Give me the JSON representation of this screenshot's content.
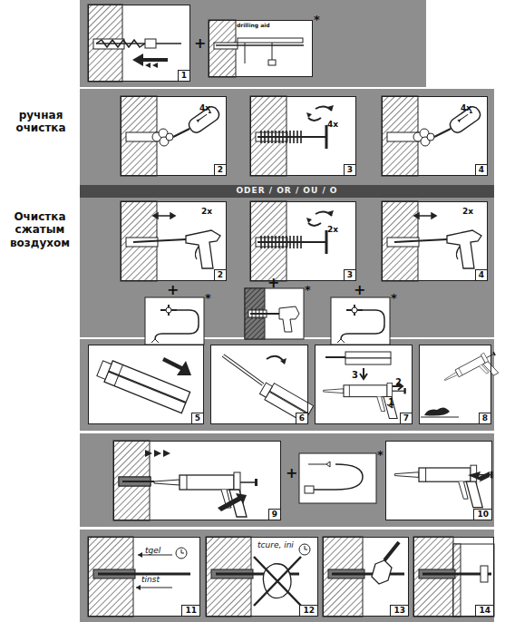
{
  "diagram": {
    "nodes": [
      {
        "text": [
          "1"
        ]
      },
      {
        "text": [
          "drilling aid"
        ]
      },
      {
        "text": [
          "4x",
          "2"
        ]
      },
      {
        "text": [
          "4x",
          "3"
        ]
      },
      {
        "text": [
          "4x",
          "4"
        ]
      },
      {
        "text": [
          "ODER / OR / OU / O"
        ]
      },
      {
        "text": [
          "2x",
          "2"
        ]
      },
      {
        "text": [
          "2x",
          "3"
        ]
      },
      {
        "text": [
          "2x",
          "4"
        ]
      },
      {
        "text": [
          "5"
        ]
      },
      {
        "text": [
          "6"
        ]
      },
      {
        "text": [
          "3",
          "2",
          "1",
          "7"
        ]
      },
      {
        "text": [
          "8"
        ]
      },
      {
        "text": [
          "9"
        ]
      },
      {
        "text": [
          "10"
        ]
      },
      {
        "text": [
          "tgel",
          "tinst",
          "11"
        ]
      },
      {
        "text": [
          "tcure, ini",
          "12"
        ]
      },
      {
        "text": [
          "13"
        ]
      },
      {
        "text": [
          "14"
        ]
      }
    ],
    "labels": [
      "ручная очистка",
      "Очистка сжатым воздухом",
      "+",
      "*",
      "+",
      "*",
      "+",
      "*",
      "+",
      "*",
      "+",
      "*"
    ]
  }
}
